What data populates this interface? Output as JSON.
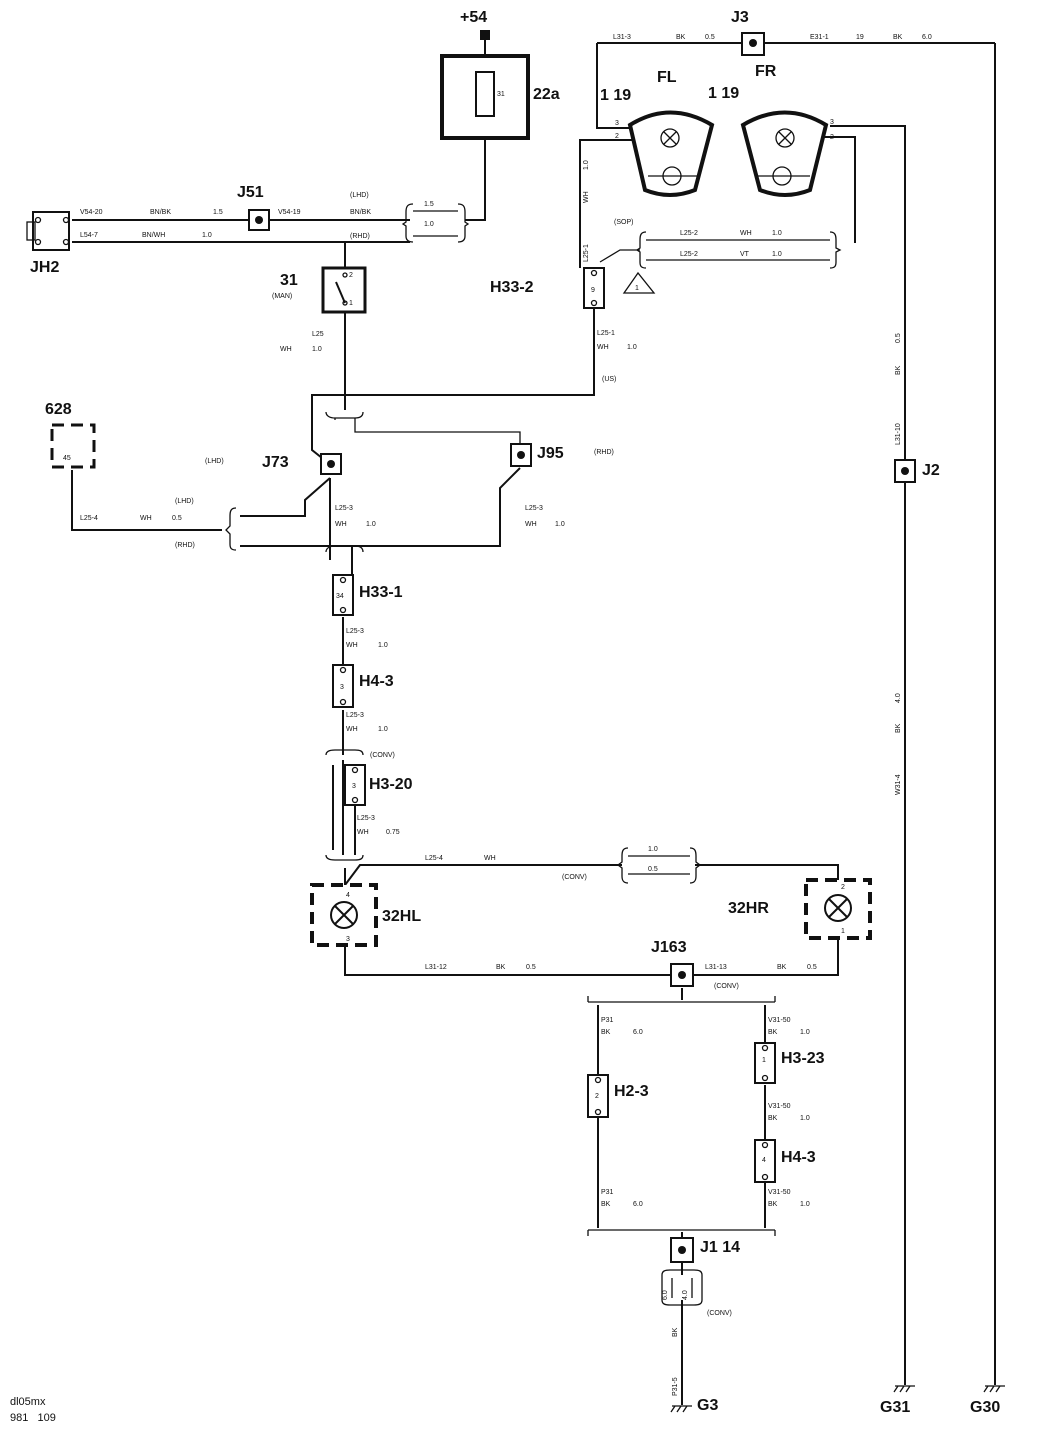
{
  "labels": {
    "p54": "+54",
    "c22a": "22a",
    "fuse31": "31",
    "J3": "J3",
    "FL": "FL",
    "FR": "FR",
    "fl_119": "1 19",
    "fr_119": "1 19",
    "J51": "J51",
    "JH2": "JH2",
    "sw31": "31",
    "man": "(MAN)",
    "H33_2": "H33-2",
    "c628": "628",
    "c628_pin": "45",
    "J73": "J73",
    "J95": "J95",
    "lhd_a": "(LHD)",
    "lhd_b": "(LHD)",
    "lhd_c": "(LHD)",
    "rhd_a": "(RHD)",
    "rhd_b": "(RHD)",
    "rhd_c": "(RHD)",
    "us": "(US)",
    "sop": "(SOP)",
    "tri": "1",
    "J2": "J2",
    "H33_1": "H33-1",
    "H4_3a": "H4-3",
    "H3_20": "H3-20",
    "conv1": "(CONV)",
    "conv2": "(CONV)",
    "conv3": "(CONV)",
    "conv4": "(CONV)",
    "c32HL": "32HL",
    "c32HR": "32HR",
    "J163": "J163",
    "H2_3": "H2-3",
    "H3_23": "H3-23",
    "H4_3b": "H4-3",
    "J114": "J1  14",
    "G3": "G3",
    "G31": "G31",
    "G30": "G30",
    "footer1": "dl05mx",
    "footer2": "981   109"
  },
  "pins": {
    "h33_2": "9",
    "h33_1": "34",
    "h4_3a": "3",
    "h3_20": "3",
    "h2_3": "2",
    "h3_23": "1",
    "h4_3b": "4",
    "sw_2": "2",
    "sw_1": "1",
    "fl_3": "3",
    "fl_2": "2",
    "fr_3": "3",
    "fr_2": "2",
    "hl_4": "4",
    "hl_3": "3",
    "hr_2": "2",
    "hr_1": "1"
  },
  "wires": {
    "l31_3": "L31-3",
    "bk_a": "BK",
    "w05_a": "0.5",
    "e31_1": "E31-1",
    "w19": "19",
    "bk_b": "BK",
    "w60_a": "6.0",
    "v54_20": "V54-20",
    "bnbk_a": "BN/BK",
    "w15_a": "1.5",
    "v54_19": "V54-19",
    "bnbk_b": "BN/BK",
    "l54_7": "L54-7",
    "bnwh": "BN/WH",
    "w10_a": "1.0",
    "w15_b": "1.5",
    "w10_b": "1.0",
    "l25_a": "L25",
    "wh_a": "WH",
    "w10_c": "1.0",
    "wh_v": "WH",
    "w10_v": "1.0",
    "l25_1v": "L25-1",
    "l25_2a": "L25-2",
    "wh_b": "WH",
    "w10_d": "1.0",
    "l25_2b": "L25-2",
    "vt": "VT",
    "w10_e": "1.0",
    "l25_1": "L25-1",
    "wh_c": "WH",
    "w10_f": "1.0",
    "l25_4a": "L25-4",
    "wh_d": "WH",
    "w05_b": "0.5",
    "l25_3a": "L25-3",
    "wh_e": "WH",
    "w10_g": "1.0",
    "l25_3b": "L25-3",
    "wh_f": "WH",
    "w10_h": "1.0",
    "l25_3c": "L25-3",
    "wh_g": "WH",
    "w10_i": "1.0",
    "l25_3d": "L25-3",
    "wh_h": "WH",
    "w10_j": "1.0",
    "l25_3e": "L25-3",
    "wh_i": "WH",
    "w075": "0.75",
    "l25_4b": "L25-4",
    "wh_j": "WH",
    "w10_k": "1.0",
    "w05_c": "0.5",
    "l31_12": "L31-12",
    "bk_c": "BK",
    "w05_d": "0.5",
    "l31_13": "L31-13",
    "bk_d": "BK",
    "w05_e": "0.5",
    "p31_a": "P31",
    "bk_e": "BK",
    "w60_b": "6.0",
    "v31_50a": "V31-50",
    "bk_f": "BK",
    "w10_l": "1.0",
    "v31_50b": "V31-50",
    "bk_g": "BK",
    "w10_m": "1.0",
    "p31_b": "P31",
    "bk_h": "BK",
    "w60_c": "6.0",
    "v31_50c": "V31-50",
    "bk_i": "BK",
    "w10_n": "1.0",
    "w60_d": "6.0",
    "w40_a": "4.0",
    "bk_j": "BK",
    "p31_5": "P31-5",
    "w05_f": "0.5",
    "bk_k": "BK",
    "l31_10": "L31-10",
    "w40_b": "4.0",
    "bk_l": "BK",
    "w31_4": "W31-4"
  }
}
